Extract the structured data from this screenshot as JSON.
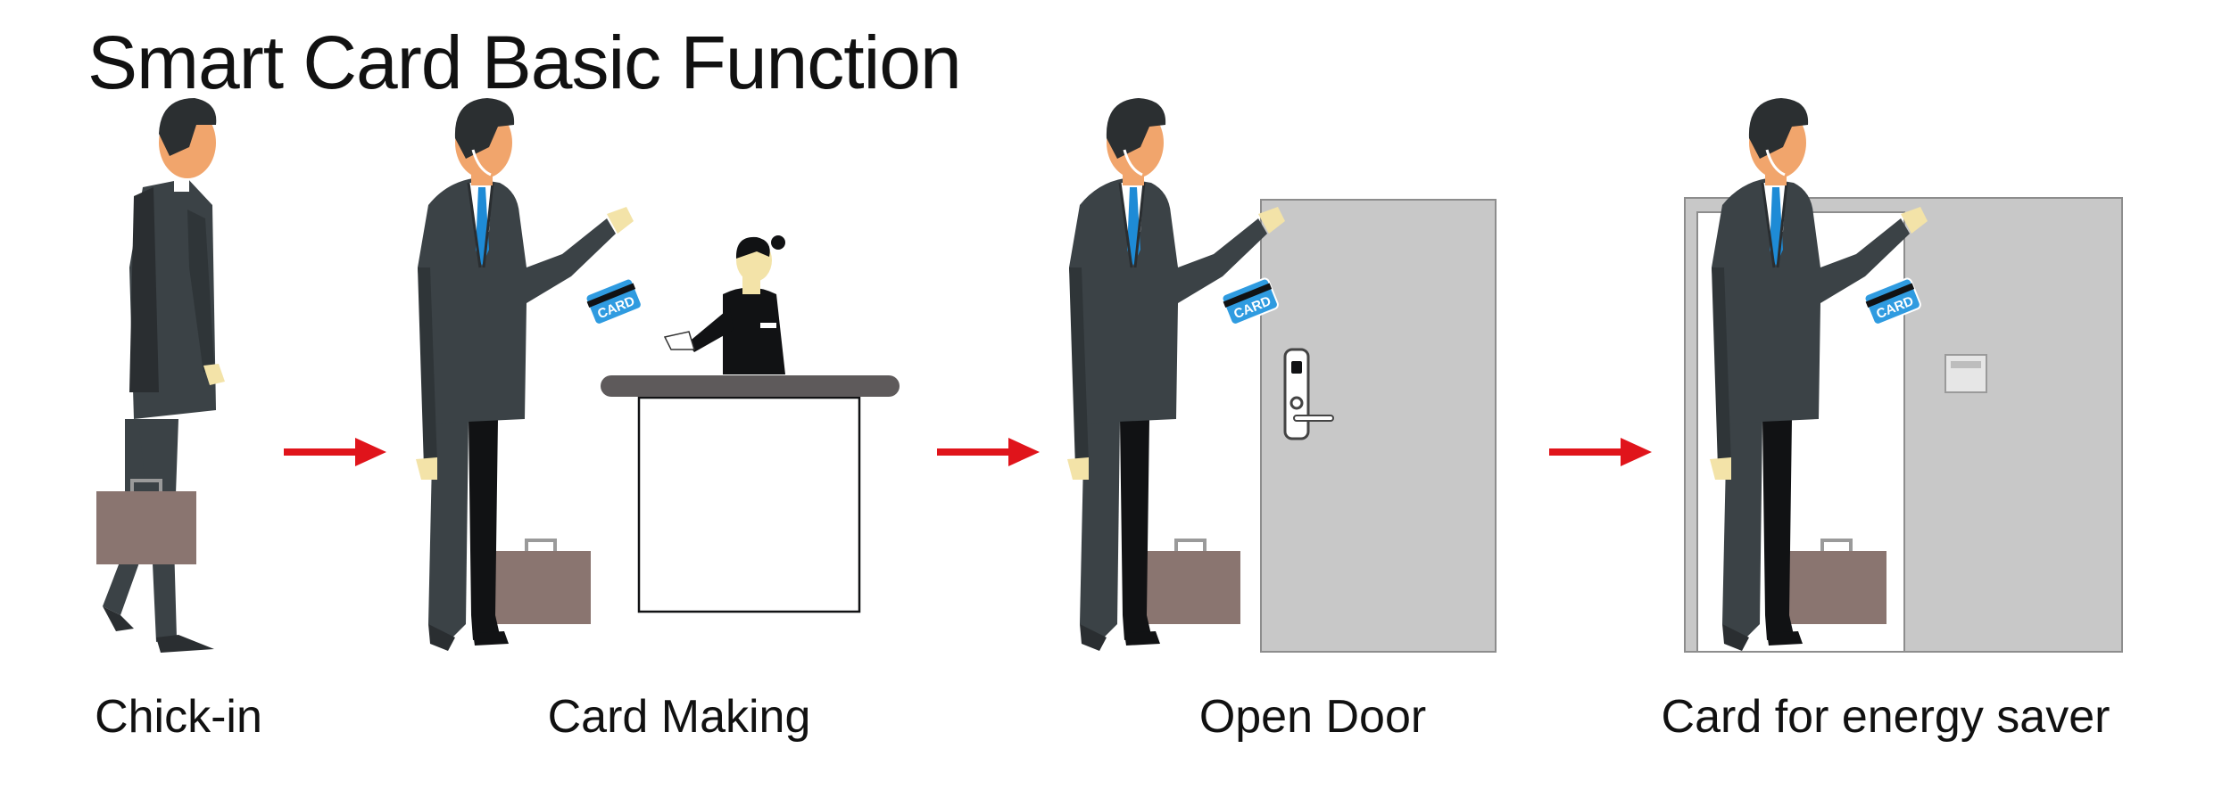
{
  "title": "Smart Card Basic Function",
  "steps": [
    {
      "label": "Chick-in"
    },
    {
      "label": "Card Making"
    },
    {
      "label": "Open Door"
    },
    {
      "label": "Card for energy saver"
    }
  ],
  "card_text": "CARD",
  "colors": {
    "suit": "#3b4246",
    "skin": "#f1a56c",
    "hair": "#2b2f31",
    "tie": "#1e8bd6",
    "briefcase": "#8a7570",
    "arrow": "#e0141b",
    "door": "#c8c8c8",
    "card": "#2f9be0",
    "counter_top": "#5e5a5b"
  },
  "icons": [
    "arrow-right-icon",
    "card-icon",
    "briefcase-icon",
    "door-lock-icon",
    "energy-saver-switch-icon"
  ]
}
